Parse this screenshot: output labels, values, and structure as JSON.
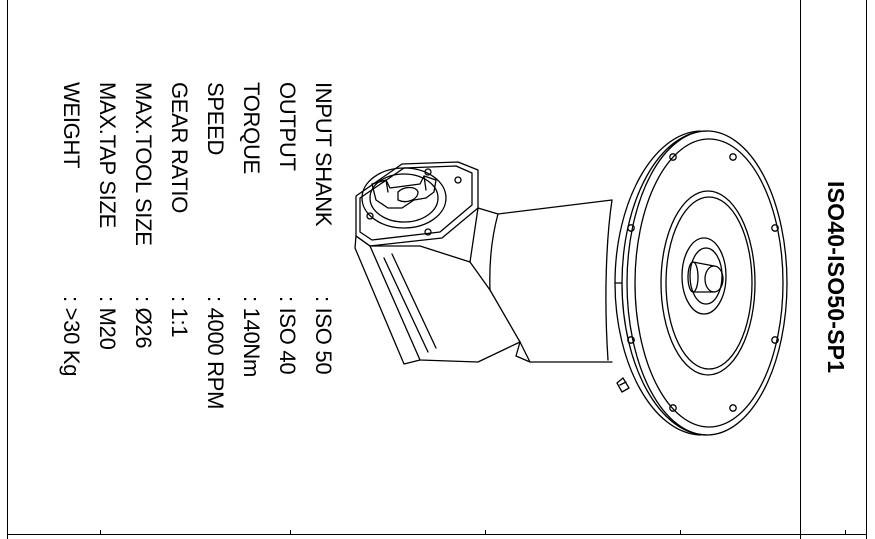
{
  "title": "ISO40-ISO50-SP1",
  "specs": [
    {
      "label": "INPUT SHANK",
      "value": ": ISO 50"
    },
    {
      "label": "OUTPUT",
      "value": ": ISO 40"
    },
    {
      "label": "TORQUE",
      "value": ": 140Nm"
    },
    {
      "label": "SPEED",
      "value": ": 4000 RPM"
    },
    {
      "label": "GEAR RATIO",
      "value": ": 1:1"
    },
    {
      "label": "MAX.TOOL SIZE",
      "value": ": Ø26"
    },
    {
      "label": "MAX.TAP SIZE",
      "value": ": M20"
    },
    {
      "label": "WEIGHT",
      "value": ": >30 Kg"
    }
  ]
}
